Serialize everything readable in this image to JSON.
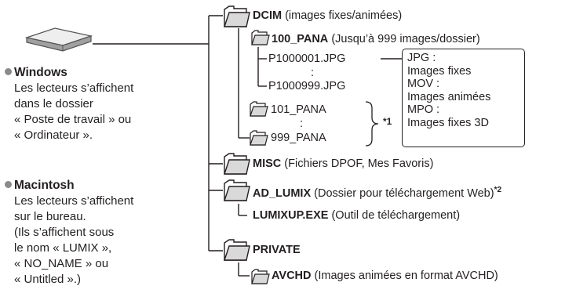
{
  "left": {
    "windows_title": "Windows",
    "windows_lines": [
      "Les lecteurs s’affichent",
      "dans le dossier",
      "« Poste de travail » ou",
      "« Ordinateur »."
    ],
    "mac_title": "Macintosh",
    "mac_lines": [
      "Les lecteurs s’affichent",
      "sur le bureau.",
      "(Ils s’affichent sous",
      "le nom « LUMIX »,",
      "« NO_NAME » ou",
      "« Untitled ».)"
    ]
  },
  "tree": {
    "dcim": {
      "name": "DCIM",
      "desc": "(images fixes/animées)"
    },
    "pana100": {
      "name": "100_PANA",
      "desc": "(Jusqu’à 999 images/dossier)"
    },
    "file_first": "P1000001.JPG",
    "colon": ":",
    "file_last": "P1000999.JPG",
    "pana101": "101_PANA",
    "pana999": "999_PANA",
    "note1": "*1",
    "misc": {
      "name": "MISC",
      "desc": "(Fichiers DPOF, Mes Favoris)"
    },
    "ad_lumix": {
      "name": "AD_LUMIX",
      "desc": "(Dossier pour téléchargement Web)",
      "note": "*2"
    },
    "lumixup": {
      "name": "LUMIXUP.EXE",
      "desc": "(Outil de téléchargement)"
    },
    "private": {
      "name": "PRIVATE"
    },
    "avchd": {
      "name": "AVCHD",
      "desc": "(Images animées en format AVCHD)"
    }
  },
  "legend_box": [
    "JPG :",
    "Images fixes",
    "MOV :",
    "Images animées",
    "MPO :",
    "Images fixes 3D"
  ]
}
